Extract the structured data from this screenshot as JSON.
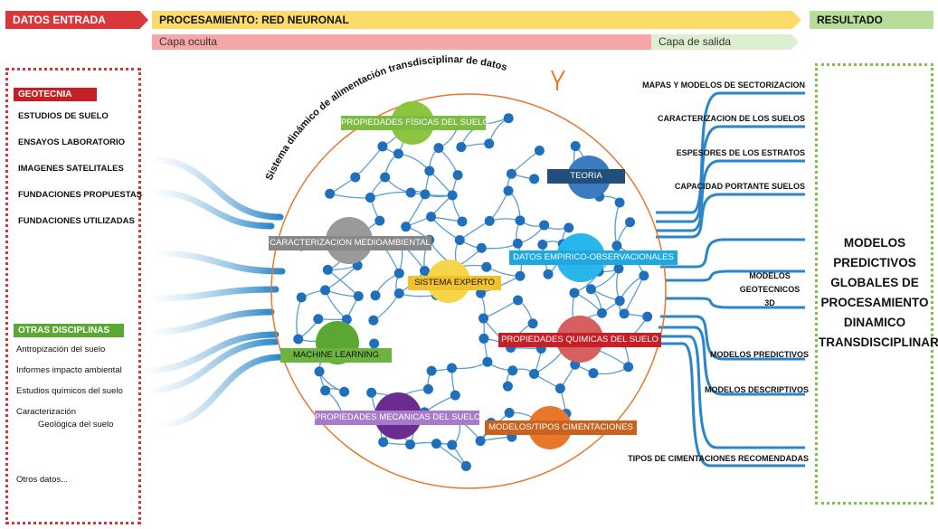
{
  "header": {
    "input_label": "DATOS ENTRADA",
    "processing_label": "PROCESAMIENTO: RED NEURONAL",
    "result_label": "RESULTADO",
    "hidden_layer_label": "Capa oculta",
    "output_layer_label": "Capa de salida"
  },
  "left_panel": {
    "geotecnia_tag": "GEOTECNIA",
    "geotecnia_items": [
      "ESTUDIOS DE SUELO",
      "ENSAYOS LABORATORIO",
      "IMAGENES SATELITALES",
      "FUNDACIONES PROPUESTAS",
      "FUNDACIONES UTILIZADAS"
    ],
    "otras_tag": "OTRAS DISCIPLINAS",
    "otras_items": [
      "Antropización del suelo",
      "Informes impacto ambiental",
      "Estudios químicos del suelo",
      "Caracterización",
      "Geológica del suelo",
      "Otros datos..."
    ]
  },
  "network": {
    "arc_title": "Sistema dinámico de alimentación transdisciplinar de datos",
    "labels": {
      "fisicas": "PROPIEDADES FÍSICAS DEL SUELO",
      "teoria": "TEORIA",
      "medioambiental": "CARACTERIZACION MEDIOAMBIENTAL",
      "empirico": "DATOS EMPIRICO-OBSERVACIONALES",
      "experto": "SISTEMA EXPERTO",
      "quimicas": "PROPIEDADES QUIMICAS DEL SUELO",
      "ml": "MACHINE  LEARNING",
      "mecanicas": "PROPIEDADES MECANICAS DEL SUELO",
      "cimentaciones": "MODELOS/TIPOS  CIMENTACIONES"
    }
  },
  "outputs": {
    "mapas": "MAPAS Y MODELOS DE SECTORIZACION",
    "caracterizacion": "CARACTERIZACION DE LOS SUELOS",
    "espesores": "ESPESORES  DE  LOS  ESTRATOS",
    "capacidad": "CAPACIDAD PORTANTE SUELOS",
    "geotecnicos_1": "MODELOS",
    "geotecnicos_2": "GEOTECNICOS",
    "geotecnicos_3": "3D",
    "predictivos": "MODELOS PREDICTIVOS",
    "descriptivos": "MODELOS DESCRIPTIVOS",
    "tipos": "TIPOS DE CIMENTACIONES RECOMENDADAS"
  },
  "result": {
    "lines": [
      "MODELOS",
      "PREDICTIVOS",
      "GLOBALES DE",
      "PROCESAMIENTO",
      "DINAMICO",
      "TRANSDISCIPLINAR"
    ]
  },
  "colors": {
    "red": "#d9383a",
    "yellow": "#fbdc6b",
    "green": "#7dc242",
    "node_blue": "#1f77c4",
    "orange_ring": "#e8762b"
  }
}
